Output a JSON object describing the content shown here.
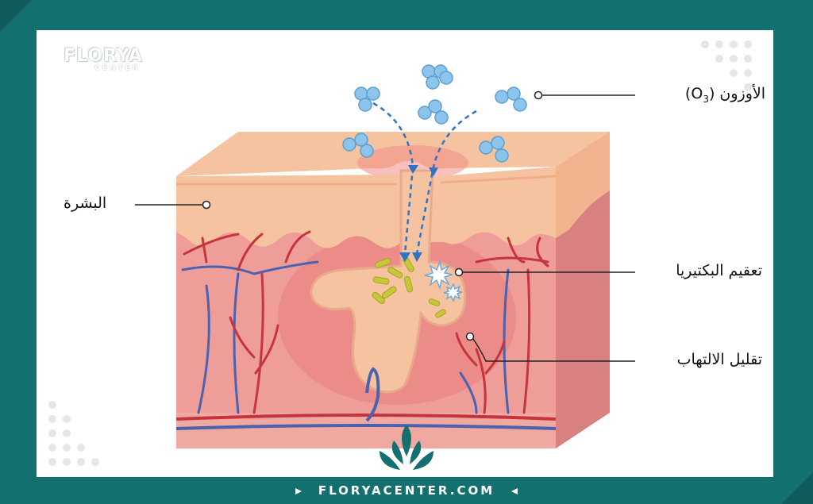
{
  "brand": {
    "name": "FLORYA",
    "sub": "CENTER"
  },
  "labels": {
    "ozone_prefix": "الأوزون (O",
    "ozone_sub": "3",
    "ozone_suffix": ")",
    "skin": "البشرة",
    "bacteria": "تعقيم البكتيريا",
    "inflammation": "تقليل الالتهاب"
  },
  "footer": {
    "url": "FLORYACENTER.COM"
  },
  "colors": {
    "frame": "#14706f",
    "epidermis": "#f6c3a1",
    "dermis": "#ee9e9a",
    "vein": "#4a62b0",
    "artery": "#c7343e",
    "ozone": "#8cc4ec",
    "bacteria": "#c8c73a",
    "arrow": "#2f74c3"
  },
  "icons": {
    "logo": "lotus-leaf-logo"
  }
}
